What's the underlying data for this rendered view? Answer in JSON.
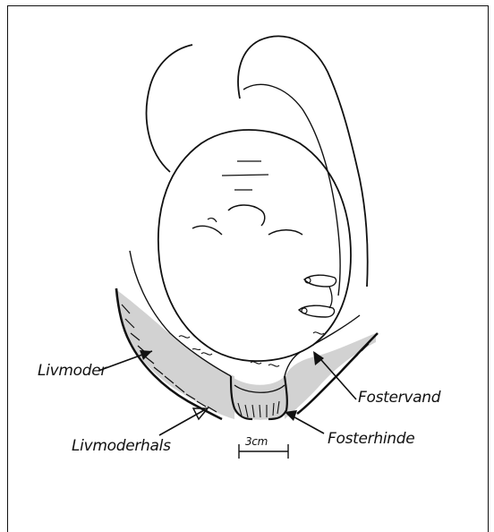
{
  "diagram": {
    "labels": {
      "uterus": "Livmoder",
      "cervix": "Livmoderhals",
      "amniotic_fluid": "Fostervand",
      "amniotic_membrane": "Fosterhinde",
      "scale": "3cm"
    },
    "colors": {
      "ink": "#111111",
      "tissue": "#d2d2d2",
      "background": "#ffffff"
    }
  }
}
